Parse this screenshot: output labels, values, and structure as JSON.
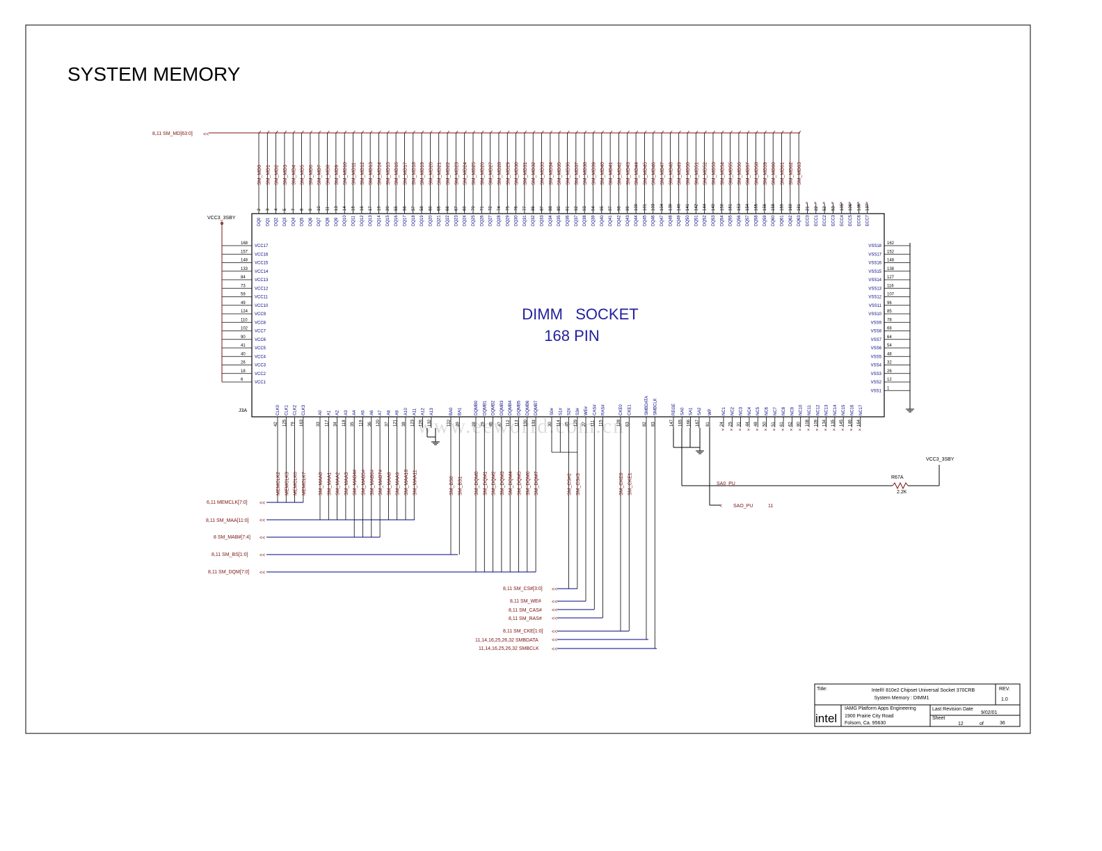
{
  "page_title": "SYSTEM MEMORY",
  "chip": {
    "title_line1": "DIMM   SOCKET",
    "title_line2": "168 PIN",
    "ref": "J3A",
    "top_pins": [
      {
        "name": "DQ0",
        "no": "2"
      },
      {
        "name": "DQ1",
        "no": "3"
      },
      {
        "name": "DQ2",
        "no": "4"
      },
      {
        "name": "DQ3",
        "no": "5"
      },
      {
        "name": "DQ4",
        "no": "7"
      },
      {
        "name": "DQ5",
        "no": "8"
      },
      {
        "name": "DQ6",
        "no": "9"
      },
      {
        "name": "DQ7",
        "no": "10"
      },
      {
        "name": "DQ8",
        "no": "11"
      },
      {
        "name": "DQ9",
        "no": "13"
      },
      {
        "name": "DQ10",
        "no": "14"
      },
      {
        "name": "DQ11",
        "no": "15"
      },
      {
        "name": "DQ12",
        "no": "16"
      },
      {
        "name": "DQ13",
        "no": "17"
      },
      {
        "name": "DQ14",
        "no": "19"
      },
      {
        "name": "DQ15",
        "no": "20"
      },
      {
        "name": "DQ16",
        "no": "55"
      },
      {
        "name": "DQ17",
        "no": "56"
      },
      {
        "name": "DQ18",
        "no": "57"
      },
      {
        "name": "DQ19",
        "no": "58"
      },
      {
        "name": "DQ20",
        "no": "60"
      },
      {
        "name": "DQ21",
        "no": "65"
      },
      {
        "name": "DQ22",
        "no": "66"
      },
      {
        "name": "DQ23",
        "no": "67"
      },
      {
        "name": "DQ24",
        "no": "69"
      },
      {
        "name": "DQ25",
        "no": "70"
      },
      {
        "name": "DQ26",
        "no": "71"
      },
      {
        "name": "DQ27",
        "no": "72"
      },
      {
        "name": "DQ28",
        "no": "74"
      },
      {
        "name": "DQ29",
        "no": "75"
      },
      {
        "name": "DQ30",
        "no": "76"
      },
      {
        "name": "DQ31",
        "no": "77"
      },
      {
        "name": "DQ32",
        "no": "86"
      },
      {
        "name": "DQ33",
        "no": "87"
      },
      {
        "name": "DQ34",
        "no": "88"
      },
      {
        "name": "DQ35",
        "no": "89"
      },
      {
        "name": "DQ36",
        "no": "91"
      },
      {
        "name": "DQ37",
        "no": "92"
      },
      {
        "name": "DQ38",
        "no": "93"
      },
      {
        "name": "DQ39",
        "no": "94"
      },
      {
        "name": "DQ40",
        "no": "95"
      },
      {
        "name": "DQ41",
        "no": "97"
      },
      {
        "name": "DQ42",
        "no": "98"
      },
      {
        "name": "DQ43",
        "no": "99"
      },
      {
        "name": "DQ44",
        "no": "100"
      },
      {
        "name": "DQ45",
        "no": "101"
      },
      {
        "name": "DQ46",
        "no": "103"
      },
      {
        "name": "DQ47",
        "no": "104"
      },
      {
        "name": "DQ48",
        "no": "139"
      },
      {
        "name": "DQ49",
        "no": "140"
      },
      {
        "name": "DQ50",
        "no": "141"
      },
      {
        "name": "DQ51",
        "no": "142"
      },
      {
        "name": "DQ52",
        "no": "144"
      },
      {
        "name": "DQ53",
        "no": "149"
      },
      {
        "name": "DQ54",
        "no": "150"
      },
      {
        "name": "DQ55",
        "no": "151"
      },
      {
        "name": "DQ56",
        "no": "153"
      },
      {
        "name": "DQ57",
        "no": "154"
      },
      {
        "name": "DQ58",
        "no": "155"
      },
      {
        "name": "DQ59",
        "no": "156"
      },
      {
        "name": "DQ60",
        "no": "158"
      },
      {
        "name": "DQ61",
        "no": "159"
      },
      {
        "name": "DQ62",
        "no": "160"
      },
      {
        "name": "DQ63",
        "no": "161"
      },
      {
        "name": "ECC0",
        "no": "21"
      },
      {
        "name": "ECC1",
        "no": "22"
      },
      {
        "name": "ECC2",
        "no": "52"
      },
      {
        "name": "ECC3",
        "no": "53"
      },
      {
        "name": "ECC4",
        "no": "105"
      },
      {
        "name": "ECC5",
        "no": "106"
      },
      {
        "name": "ECC6",
        "no": "136"
      },
      {
        "name": "ECC7",
        "no": "137"
      }
    ],
    "top_nets": [
      "SM_MD0",
      "SM_MD1",
      "SM_MD2",
      "SM_MD3",
      "SM_MD4",
      "SM_MD5",
      "SM_MD6",
      "SM_MD7",
      "SM_MD8",
      "SM_MD9",
      "SM_MD10",
      "SM_MD11",
      "SM_MD12",
      "SM_MD13",
      "SM_MD14",
      "SM_MD15",
      "SM_MD16",
      "SM_MD17",
      "SM_MD18",
      "SM_MD19",
      "SM_MD20",
      "SM_MD21",
      "SM_MD22",
      "SM_MD23",
      "SM_MD24",
      "SM_MD25",
      "SM_MD26",
      "SM_MD27",
      "SM_MD28",
      "SM_MD29",
      "SM_MD30",
      "SM_MD31",
      "SM_MD32",
      "SM_MD33",
      "SM_MD34",
      "SM_MD35",
      "SM_MD36",
      "SM_MD37",
      "SM_MD38",
      "SM_MD39",
      "SM_MD40",
      "SM_MD41",
      "SM_MD42",
      "SM_MD43",
      "SM_MD44",
      "SM_MD45",
      "SM_MD46",
      "SM_MD47",
      "SM_MD48",
      "SM_MD49",
      "SM_MD50",
      "SM_MD51",
      "SM_MD52",
      "SM_MD53",
      "SM_MD54",
      "SM_MD55",
      "SM_MD56",
      "SM_MD57",
      "SM_MD58",
      "SM_MD59",
      "SM_MD60",
      "SM_MD61",
      "SM_MD62",
      "SM_MD63"
    ],
    "left_pins": [
      {
        "name": "VCC17",
        "no": "168"
      },
      {
        "name": "VCC16",
        "no": "157"
      },
      {
        "name": "VCC15",
        "no": "148"
      },
      {
        "name": "VCC14",
        "no": "133"
      },
      {
        "name": "VCC13",
        "no": "84"
      },
      {
        "name": "VCC12",
        "no": "73"
      },
      {
        "name": "VCC11",
        "no": "59"
      },
      {
        "name": "VCC10",
        "no": "49"
      },
      {
        "name": "VCC9",
        "no": "124"
      },
      {
        "name": "VCC8",
        "no": "110"
      },
      {
        "name": "VCC7",
        "no": "102"
      },
      {
        "name": "VCC6",
        "no": "90"
      },
      {
        "name": "VCC5",
        "no": "41"
      },
      {
        "name": "VCC4",
        "no": "40"
      },
      {
        "name": "VCC3",
        "no": "26"
      },
      {
        "name": "VCC2",
        "no": "18"
      },
      {
        "name": "VCC1",
        "no": "6"
      }
    ],
    "right_pins": [
      {
        "name": "VSS18",
        "no": "162"
      },
      {
        "name": "VSS17",
        "no": "152"
      },
      {
        "name": "VSS16",
        "no": "148"
      },
      {
        "name": "VSS15",
        "no": "138"
      },
      {
        "name": "VSS14",
        "no": "127"
      },
      {
        "name": "VSS13",
        "no": "116"
      },
      {
        "name": "VSS12",
        "no": "107"
      },
      {
        "name": "VSS11",
        "no": "96"
      },
      {
        "name": "VSS10",
        "no": "85"
      },
      {
        "name": "VSS9",
        "no": "78"
      },
      {
        "name": "VSS8",
        "no": "68"
      },
      {
        "name": "VSS7",
        "no": "64"
      },
      {
        "name": "VSS6",
        "no": "54"
      },
      {
        "name": "VSS5",
        "no": "48"
      },
      {
        "name": "VSS4",
        "no": "32"
      },
      {
        "name": "VSS3",
        "no": "26"
      },
      {
        "name": "VSS2",
        "no": "12"
      },
      {
        "name": "VSS1",
        "no": "1"
      }
    ],
    "bottom_pins": [
      {
        "name": "CLK0",
        "no": "42"
      },
      {
        "name": "CLK1",
        "no": "125"
      },
      {
        "name": "CLK2",
        "no": "79"
      },
      {
        "name": "CLK3",
        "no": "163"
      },
      {
        "name": "A0",
        "no": "33"
      },
      {
        "name": "A1",
        "no": "117"
      },
      {
        "name": "A2",
        "no": "34"
      },
      {
        "name": "A3",
        "no": "118"
      },
      {
        "name": "A4",
        "no": "35"
      },
      {
        "name": "A5",
        "no": "119"
      },
      {
        "name": "A6",
        "no": "36"
      },
      {
        "name": "A7",
        "no": "120"
      },
      {
        "name": "A8",
        "no": "37"
      },
      {
        "name": "A9",
        "no": "121"
      },
      {
        "name": "A10",
        "no": "38"
      },
      {
        "name": "A11",
        "no": "123"
      },
      {
        "name": "A12",
        "no": "126"
      },
      {
        "name": "A13",
        "no": "132"
      },
      {
        "name": "BA0",
        "no": "122"
      },
      {
        "name": "BA1",
        "no": "39"
      },
      {
        "name": "DQMB0",
        "no": "28"
      },
      {
        "name": "DQMB1",
        "no": "29"
      },
      {
        "name": "DQMB2",
        "no": "46"
      },
      {
        "name": "DQMB3",
        "no": "47"
      },
      {
        "name": "DQMB4",
        "no": "112"
      },
      {
        "name": "DQMB5",
        "no": "113"
      },
      {
        "name": "DQMB6",
        "no": "130"
      },
      {
        "name": "DQMB7",
        "no": "131"
      },
      {
        "name": "S0#",
        "no": "30"
      },
      {
        "name": "S1#",
        "no": "114"
      },
      {
        "name": "S2#",
        "no": "45"
      },
      {
        "name": "S3#",
        "no": "129"
      },
      {
        "name": "WE#",
        "no": "27"
      },
      {
        "name": "CAS#",
        "no": "111"
      },
      {
        "name": "RAS#",
        "no": "115"
      },
      {
        "name": "CKE0",
        "no": "128"
      },
      {
        "name": "CKE1",
        "no": "63"
      },
      {
        "name": "SMBDATA",
        "no": "82"
      },
      {
        "name": "SMBCLK",
        "no": "83"
      },
      {
        "name": "REGE",
        "no": "147"
      },
      {
        "name": "SA0",
        "no": "165"
      },
      {
        "name": "SA1",
        "no": "166"
      },
      {
        "name": "SA2",
        "no": "167"
      },
      {
        "name": "WP",
        "no": "81"
      },
      {
        "name": "NC1",
        "no": "24"
      },
      {
        "name": "NC2",
        "no": "25"
      },
      {
        "name": "NC3",
        "no": "31"
      },
      {
        "name": "NC4",
        "no": "44"
      },
      {
        "name": "NC5",
        "no": "48"
      },
      {
        "name": "NC6",
        "no": "50"
      },
      {
        "name": "NC7",
        "no": "51"
      },
      {
        "name": "NC8",
        "no": "61"
      },
      {
        "name": "NC9",
        "no": "62"
      },
      {
        "name": "NC10",
        "no": "80"
      },
      {
        "name": "NC11",
        "no": "108"
      },
      {
        "name": "NC12",
        "no": "109"
      },
      {
        "name": "NC13",
        "no": "134"
      },
      {
        "name": "NC14",
        "no": "135"
      },
      {
        "name": "NC15",
        "no": "145"
      },
      {
        "name": "NC16",
        "no": "146"
      },
      {
        "name": "NC17",
        "no": "164"
      }
    ]
  },
  "power": {
    "vcc_label": "VCC3_3SBY",
    "vcc_label_right": "VCC3_3SBY"
  },
  "buses": {
    "md": "8,11 SM_MD[63:0]",
    "memclk": "6,11 MEMCLK[7:0]",
    "maa": "8,11 SM_MAA[11:0]",
    "mab": "8 SM_MAB#[7:4]",
    "bs": "8,11 SM_BS[1:0]",
    "dqm": "8,11 SM_DQM[7:0]",
    "cs": "8,11 SM_CS#[3:0]",
    "we": "8,11  SM_WE#",
    "cas": "8,11 SM_CAS#",
    "ras": "8,11 SM_RAS#",
    "cke": "8,11 SM_CKE[1:0]",
    "smbdata": "11,14,16,25,26,32 SMBDATA",
    "smbclk": "11,14,16,25,26,32 SMBCLK",
    "sao_pu": "SAO_PU",
    "sao_pu_ref": "11"
  },
  "bottom_nets": {
    "clk": [
      "MEMCLK2",
      "MEMCLK3",
      "MEMCLK6",
      "MEMCLK7"
    ],
    "addr": [
      "SM_MAA0",
      "SM_MAA1",
      "SM_MAA2",
      "SM_MAA3",
      "SM_MAB4#",
      "SM_MAB5#",
      "SM_MAB6#",
      "SM_MAB7#",
      "SM_MAA8",
      "SM_MAA9",
      "SM_MAA10",
      "SM_MAA11"
    ],
    "bs": [
      "SM_BS0",
      "SM_BS1"
    ],
    "dqm": [
      "SM_DQM0",
      "SM_DQM1",
      "SM_DQM2",
      "SM_DQM3",
      "SM_DQM4",
      "SM_DQM5",
      "SM_DQM6",
      "SM_DQM7"
    ],
    "cs": [
      "SM_CS#2",
      "SM_CS#3"
    ],
    "cke": [
      "SM_CKE0",
      "SM_CKE1"
    ]
  },
  "resistor": {
    "ref": "R67A",
    "value": "2.2K",
    "net": "SA0_PU"
  },
  "watermark": "www.eeworld.com.cn",
  "title_block": {
    "title_label": "Title:",
    "title_line1": "Intel® 810e2 Chipset Universal Socket 370CRB",
    "title_line2": "System Memory : DIMM1",
    "rev_label": "REV.",
    "rev_value": "1.0",
    "logo": "intel",
    "company_line1": "IAMG Platform Apps Engineering",
    "company_line2": "1900 Prairie City Road",
    "company_line3": "Folsom, Ca. 95630",
    "last_rev_label": "Last Revision Date",
    "last_rev_value": "9/02/01",
    "sheet_label": "Sheet",
    "sheet_value": "12",
    "of_label": "of",
    "total_sheets": "36"
  },
  "colors": {
    "wire": "#7a1010",
    "chip_text": "#000080",
    "line": "#000000"
  }
}
